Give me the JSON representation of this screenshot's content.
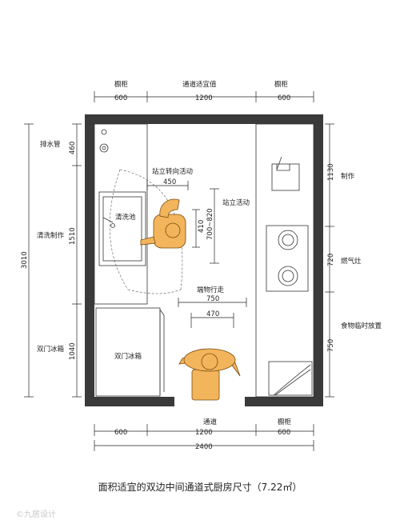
{
  "labels": {
    "top_left_cabinet": "橱柜",
    "top_center": "通道适宜值",
    "top_right_cabinet": "橱柜",
    "drain_pipe": "排水管",
    "washing_prep": "清洗制作",
    "double_fridge_side": "双门冰箱",
    "stand_turn": "站立转向活动",
    "sink": "清洗池",
    "stand_activity": "站立活动",
    "side_walk": "端物行走",
    "fridge": "双门冰箱",
    "making": "制作",
    "stove": "燃气灶",
    "food_temp": "食物临时放置",
    "passage": "通道",
    "bottom_right_cabinet": "橱柜"
  },
  "dims": {
    "top_left": "600",
    "top_center": "1200",
    "top_right": "600",
    "left_total": "3010",
    "left_1": "460",
    "left_2": "1510",
    "left_3": "1040",
    "right_1": "1130",
    "right_2": "720",
    "right_3": "750",
    "turn_width": "450",
    "vertical_410": "410",
    "vertical_range": "700~820",
    "walk_outer": "750",
    "walk_inner": "470",
    "bottom_left": "600",
    "bottom_center": "1200",
    "bottom_right": "600",
    "bottom_total": "2400"
  },
  "caption": "面积适宜的双边中间通道式厨房尺寸（7.22㎡）",
  "watermark": "©九居设计",
  "colors": {
    "wall": "#3a3a3a",
    "figure": "#f2b55b",
    "figure_edge": "#7a4a10",
    "line": "#222222"
  }
}
